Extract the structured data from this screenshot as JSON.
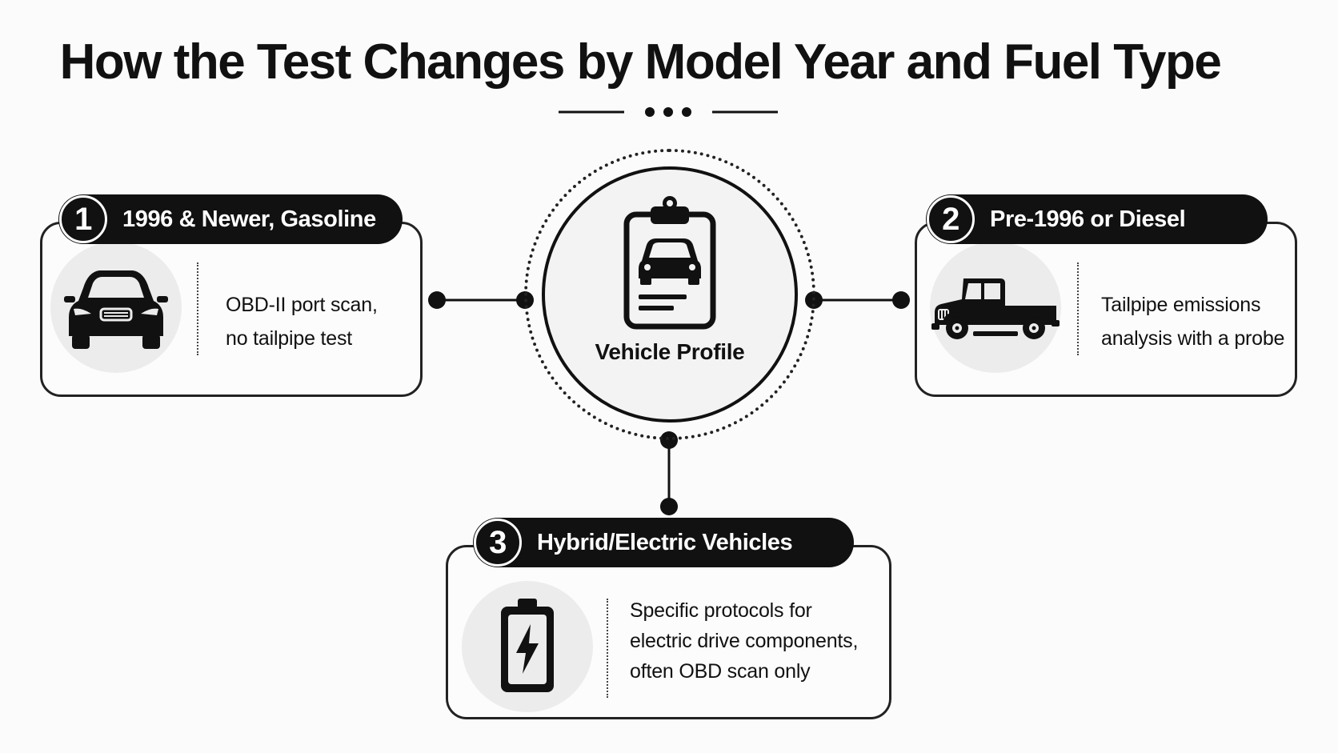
{
  "title": "How the Test Changes by Model Year and Fuel Type",
  "hub": {
    "label": "Vehicle Profile",
    "icon": "clipboard-car-icon"
  },
  "cards": [
    {
      "number": "1",
      "heading": "1996 & Newer, Gasoline",
      "icon": "sedan-car-icon",
      "description": [
        "OBD-II port scan,",
        "no tailpipe test"
      ]
    },
    {
      "number": "2",
      "heading": "Pre-1996 or Diesel",
      "icon": "vintage-pickup-truck-icon",
      "description": [
        "Tailpipe emissions",
        "analysis with a probe"
      ]
    },
    {
      "number": "3",
      "heading": "Hybrid/Electric Vehicles",
      "icon": "battery-bolt-icon",
      "description": [
        "Specific protocols for",
        "electric drive components,",
        "often OBD scan only"
      ]
    }
  ],
  "colors": {
    "ink": "#111111",
    "background": "#fbfbfb",
    "icon_circle": "#ececec"
  }
}
